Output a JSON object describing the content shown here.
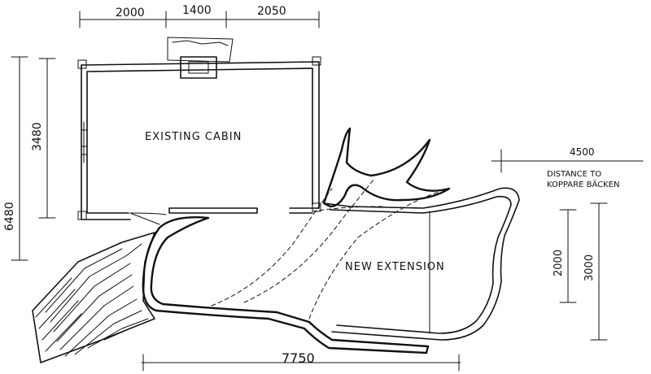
{
  "dimensions": {
    "top_left": "2000",
    "top_middle": "1400",
    "top_right": "2050",
    "left_outer": "6480",
    "left_inner": "3480",
    "bottom": "7750",
    "distance_value": "4500",
    "right_inner": "2000",
    "right_outer": "3000"
  },
  "labels": {
    "existing_cabin": "EXISTING CABIN",
    "new_extension": "NEW EXTENSION",
    "distance_line1": "DISTANCE TO",
    "distance_line2": "KOPPARE BÄCKEN"
  }
}
